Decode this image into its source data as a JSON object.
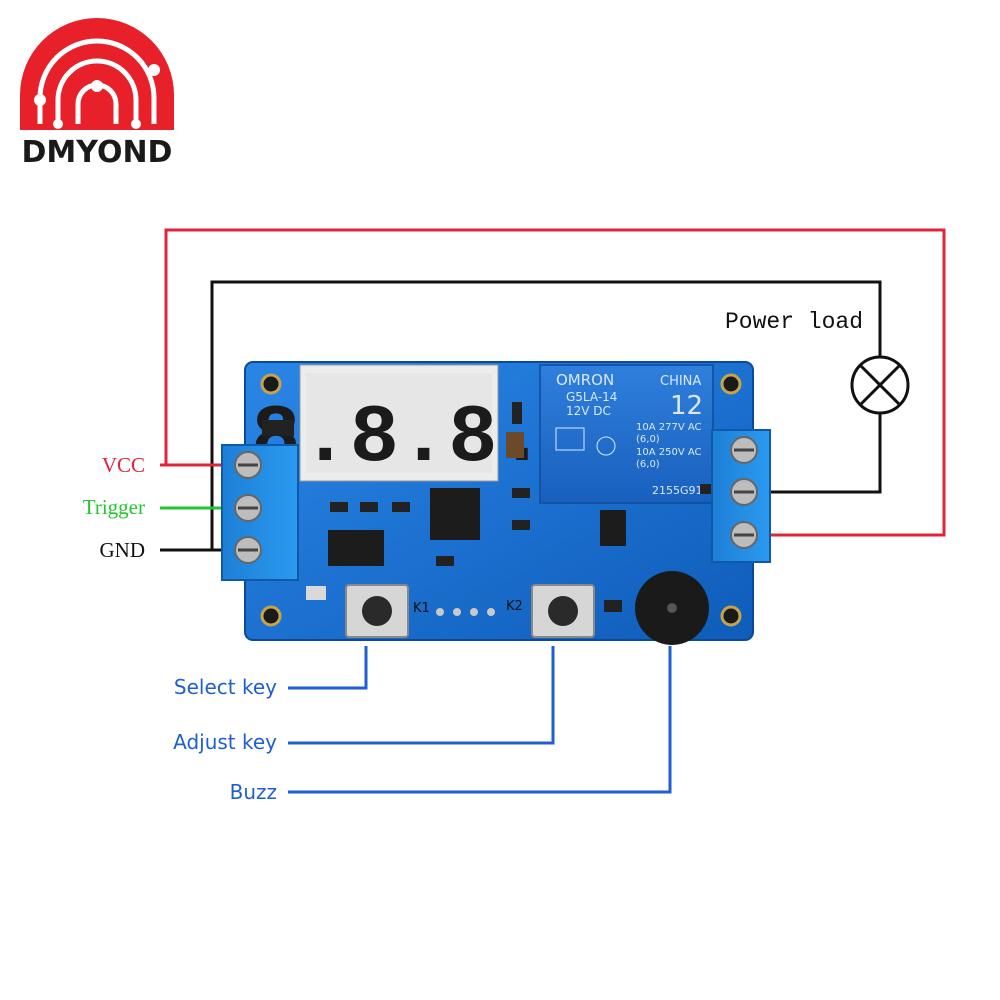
{
  "logo": {
    "text": "DMYOND",
    "color": "#e8202a",
    "text_color": "#1a1a1a"
  },
  "wiring": {
    "power_load_label": "Power load",
    "colors": {
      "vcc": "#e0243a",
      "trigger": "#22c52e",
      "gnd": "#111111",
      "callout": "#1f5fd0"
    }
  },
  "terminals": {
    "vcc": "VCC",
    "trigger": "Trigger",
    "gnd": "GND"
  },
  "board": {
    "color": "#1a6fd0",
    "display_digits": "8.8.8.",
    "relay_brand": "OMRON",
    "relay_country": "CHINA",
    "relay_model": "G5LA-14",
    "relay_voltage": "12V DC",
    "relay_number": "12",
    "relay_rating_1": "10A 277V AC",
    "relay_rating_2": "(6,0)",
    "relay_rating_3": "10A 250V AC",
    "relay_rating_4": "(6,0)",
    "relay_code": "2155G91",
    "key1_label": "K1",
    "key2_label": "K2"
  },
  "callouts": {
    "select_key": "Select key",
    "adjust_key": "Adjust key",
    "buzz": "Buzz"
  }
}
